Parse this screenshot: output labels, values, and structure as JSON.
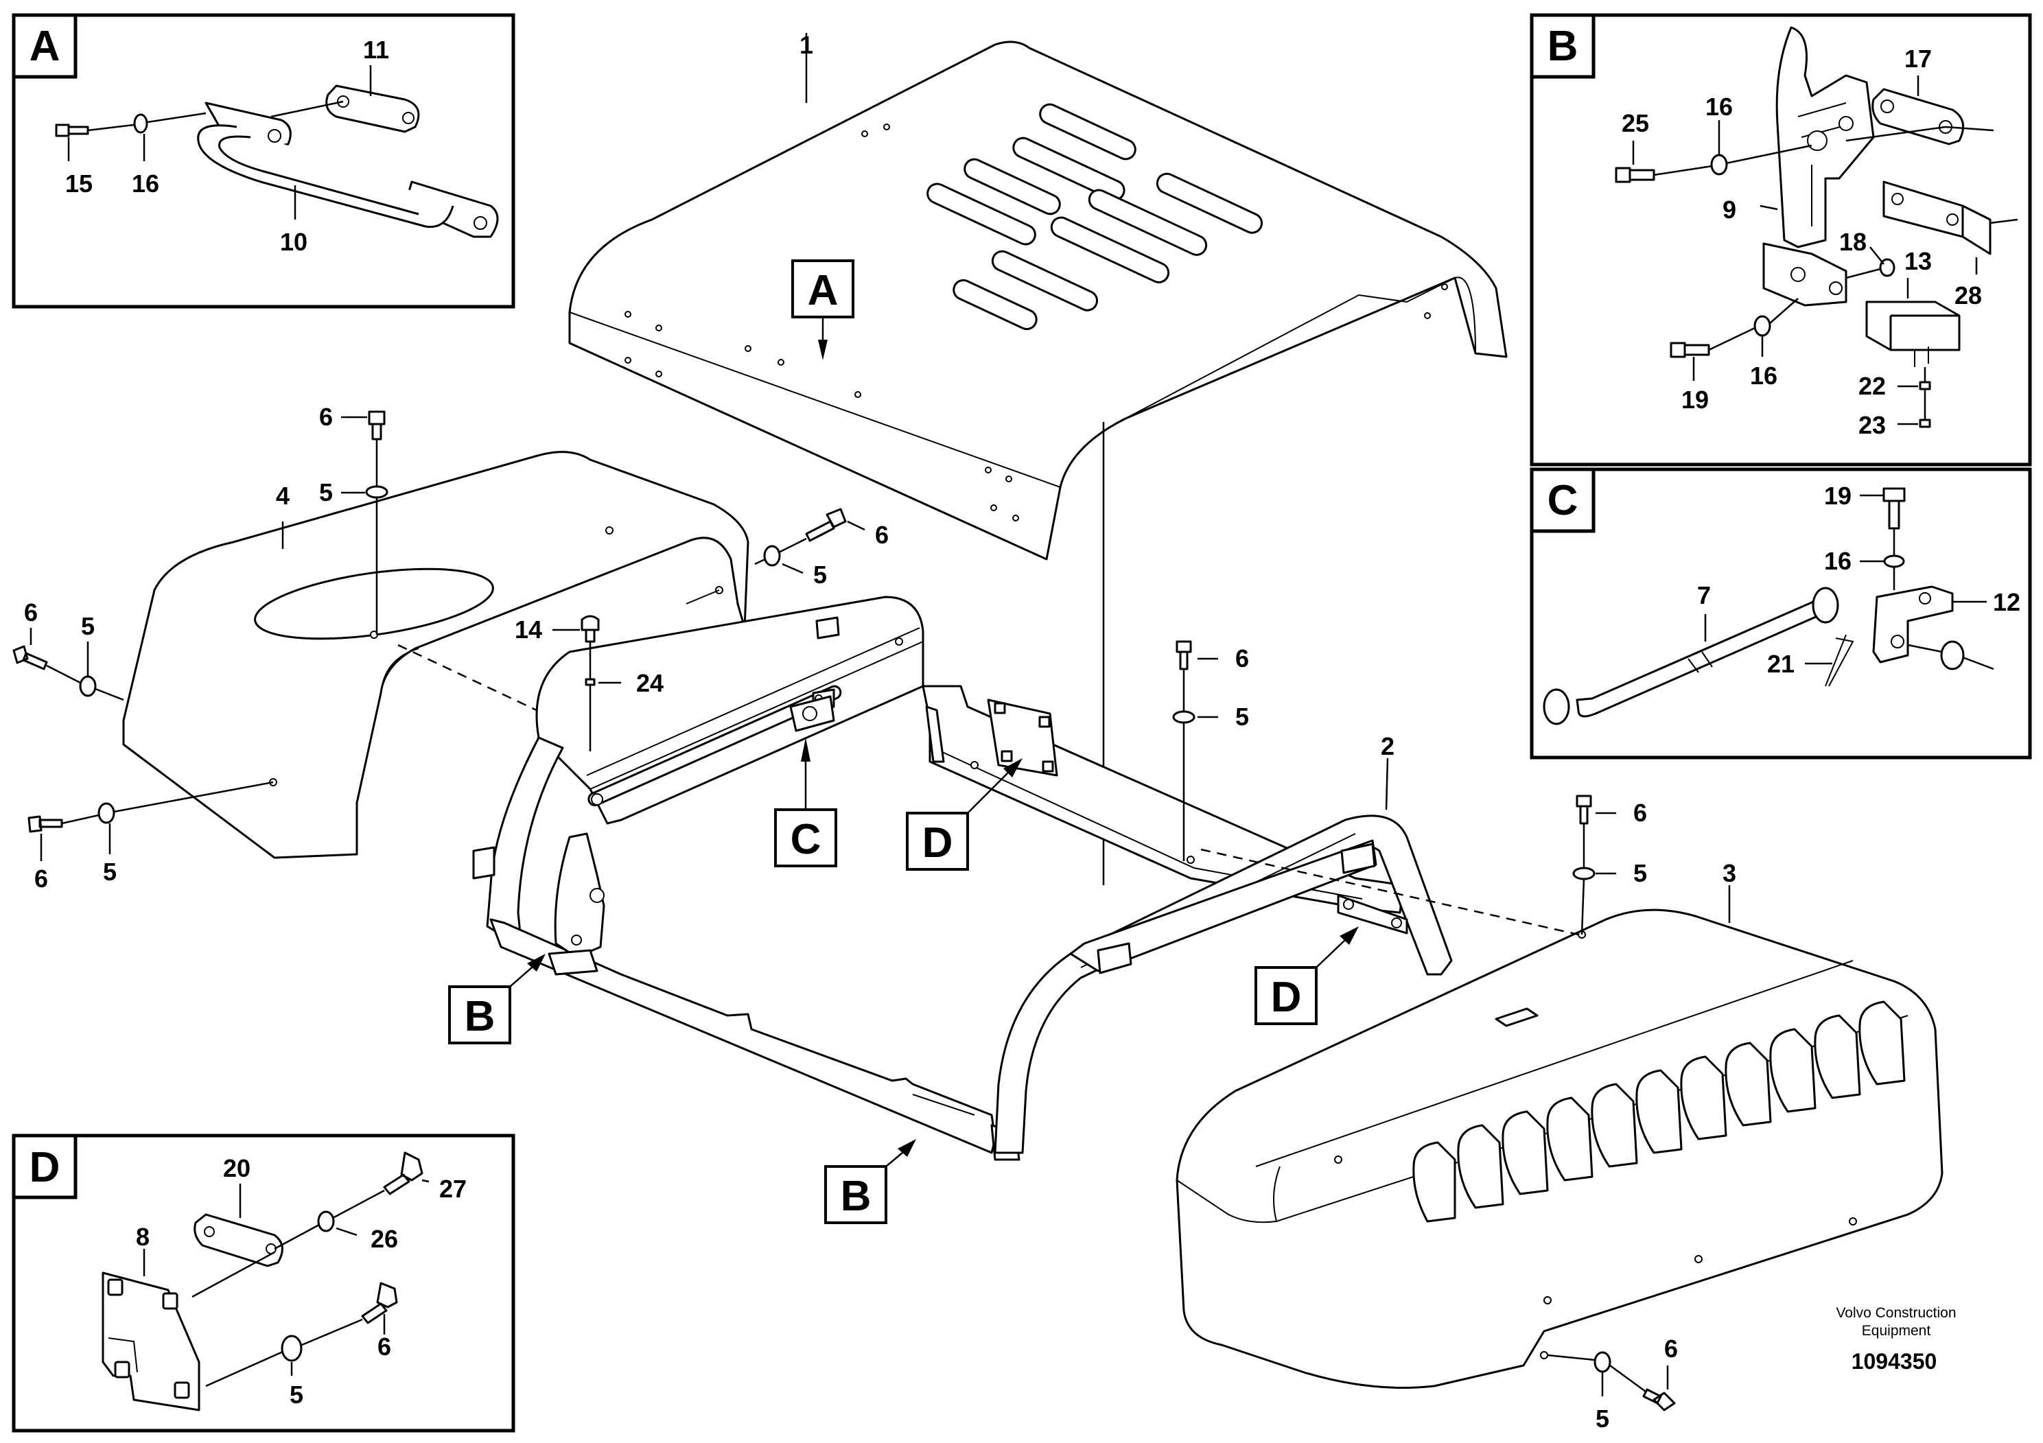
{
  "inset_titles": {
    "a": "A",
    "b": "B",
    "c": "C",
    "d": "D"
  },
  "view_markers": {
    "a": "A",
    "b1": "B",
    "b2": "B",
    "c": "C",
    "d1": "D",
    "d2": "D"
  },
  "callouts": {
    "main": {
      "p1": "1",
      "p2": "2",
      "p3": "3",
      "p4": "4",
      "bolt_4a": "6",
      "washer_4a": "5",
      "bolt_4b": "6",
      "washer_4b": "5",
      "bolt_4c": "6",
      "washer_4c": "5",
      "bolt_4d": "6",
      "washer_4d": "5",
      "screw_14": "14",
      "washer_24": "24",
      "bolt_c1": "6",
      "washer_c1": "5",
      "bolt_3a": "6",
      "washer_3a": "5",
      "bolt_3b": "6",
      "washer_3b": "5"
    },
    "a": {
      "n11": "11",
      "n15": "15",
      "n16": "16",
      "n10": "10"
    },
    "b": {
      "n17": "17",
      "n25": "25",
      "n16a": "16",
      "n9": "9",
      "n18": "18",
      "n13": "13",
      "n28": "28",
      "n19": "19",
      "n16b": "16",
      "n22": "22",
      "n23": "23"
    },
    "c": {
      "n19": "19",
      "n16": "16",
      "n7": "7",
      "n12": "12",
      "n21": "21"
    },
    "d": {
      "n20": "20",
      "n27": "27",
      "n8": "8",
      "n26": "26",
      "n6": "6",
      "n5": "5"
    }
  },
  "credit": {
    "line1": "Volvo Construction",
    "line2": "Equipment"
  },
  "doc_number": "1094350"
}
